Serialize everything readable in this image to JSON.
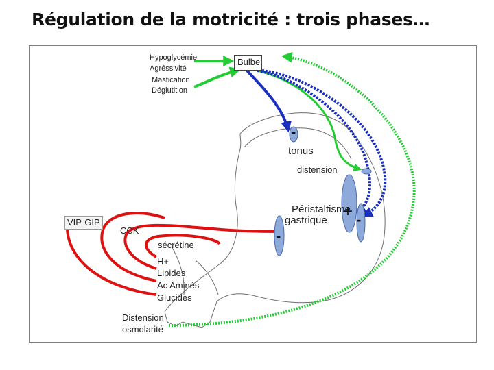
{
  "slide": {
    "title": "Régulation de la motricité : trois phases…"
  },
  "diagram": {
    "stimuli": [
      "Hypoglycémie",
      "Agréssivité",
      "Mastication",
      "Déglutition"
    ],
    "bulbe": "Bulbe",
    "tonus": "tonus",
    "distension": "distension",
    "peristaltism": [
      "Péristaltisme",
      "gastrique"
    ],
    "vip_gip": "VIP-GIP",
    "cck": "CCK",
    "secretine": "sécrétine",
    "nutrients": [
      "H+",
      "Lipides",
      "Ac Aminés",
      "Glucides"
    ],
    "distension_osmolarite": [
      "Distension",
      "osmolarité"
    ],
    "signs": {
      "tonus_minus": "-",
      "plus": "+",
      "right_minus": "-",
      "lower_minus": "-"
    },
    "colors": {
      "vagal_blue": "#1a2fbf",
      "green_stimulus": "#22cc33",
      "hormonal_red": "#dd1111",
      "outline_gray": "#6e6e6e",
      "ellipse_fill": "#8eaadb",
      "ellipse_stroke": "#4a6aa8"
    }
  }
}
